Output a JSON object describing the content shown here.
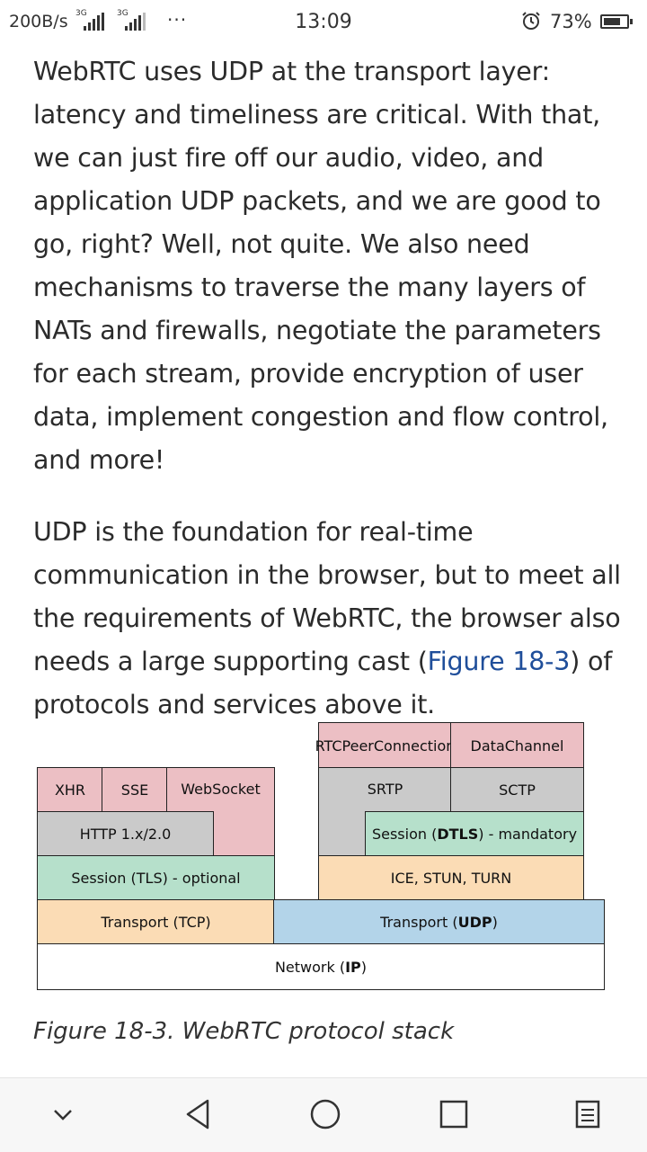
{
  "status_bar": {
    "speed": "200B/s",
    "sim1_network": "3G",
    "sim2_network": "3G",
    "more": "···",
    "time": "13:09",
    "battery_percent": "73%",
    "battery_level": 0.73
  },
  "article": {
    "paragraph1": "WebRTC uses UDP at the transport layer: latency and timeliness are critical. With that, we can just fire off our audio, video, and application UDP packets, and we are good to go, right? Well, not quite. We also need mechanisms to traverse the many layers of NATs and firewalls, negotiate the parameters for each stream, provide encryption of user data, implement congestion and flow control, and more!",
    "paragraph2_before": "UDP is the foundation for real-time communication in the browser, but to meet all the requirements of WebRTC, the browser also needs a large supporting cast (",
    "paragraph2_link": "Figure 18-3",
    "paragraph2_after": ") of protocols and services above it."
  },
  "figure": {
    "caption": "Figure 18-3. WebRTC protocol stack",
    "left_stack": {
      "xhr": "XHR",
      "sse": "SSE",
      "websocket": "WebSocket",
      "http": "HTTP 1.x/2.0",
      "tls": "Session (TLS) - optional",
      "tcp": "Transport (TCP)"
    },
    "right_stack": {
      "rtc_peer_connection": "RTCPeerConnection",
      "data_channel": "DataChannel",
      "srtp": "SRTP",
      "sctp": "SCTP",
      "dtls_prefix": "Session (",
      "dtls_bold": "DTLS",
      "dtls_suffix": ") - mandatory",
      "ice": "ICE, STUN, TURN",
      "udp_prefix": "Transport (",
      "udp_bold": "UDP",
      "udp_suffix": ")"
    },
    "network_prefix": "Network (",
    "network_bold": "IP",
    "network_suffix": ")",
    "colors": {
      "application": "#ecbfc4",
      "protocol": "#cacaca",
      "session": "#b6e0cb",
      "transport_tcp": "#fbdcb5",
      "transport_udp": "#b3d4e9",
      "link": "#1f4e9a"
    }
  },
  "nav_bar": {
    "icons": [
      "chevron-down-icon",
      "back-triangle-icon",
      "home-circle-icon",
      "recents-square-icon",
      "menu-list-icon"
    ]
  }
}
